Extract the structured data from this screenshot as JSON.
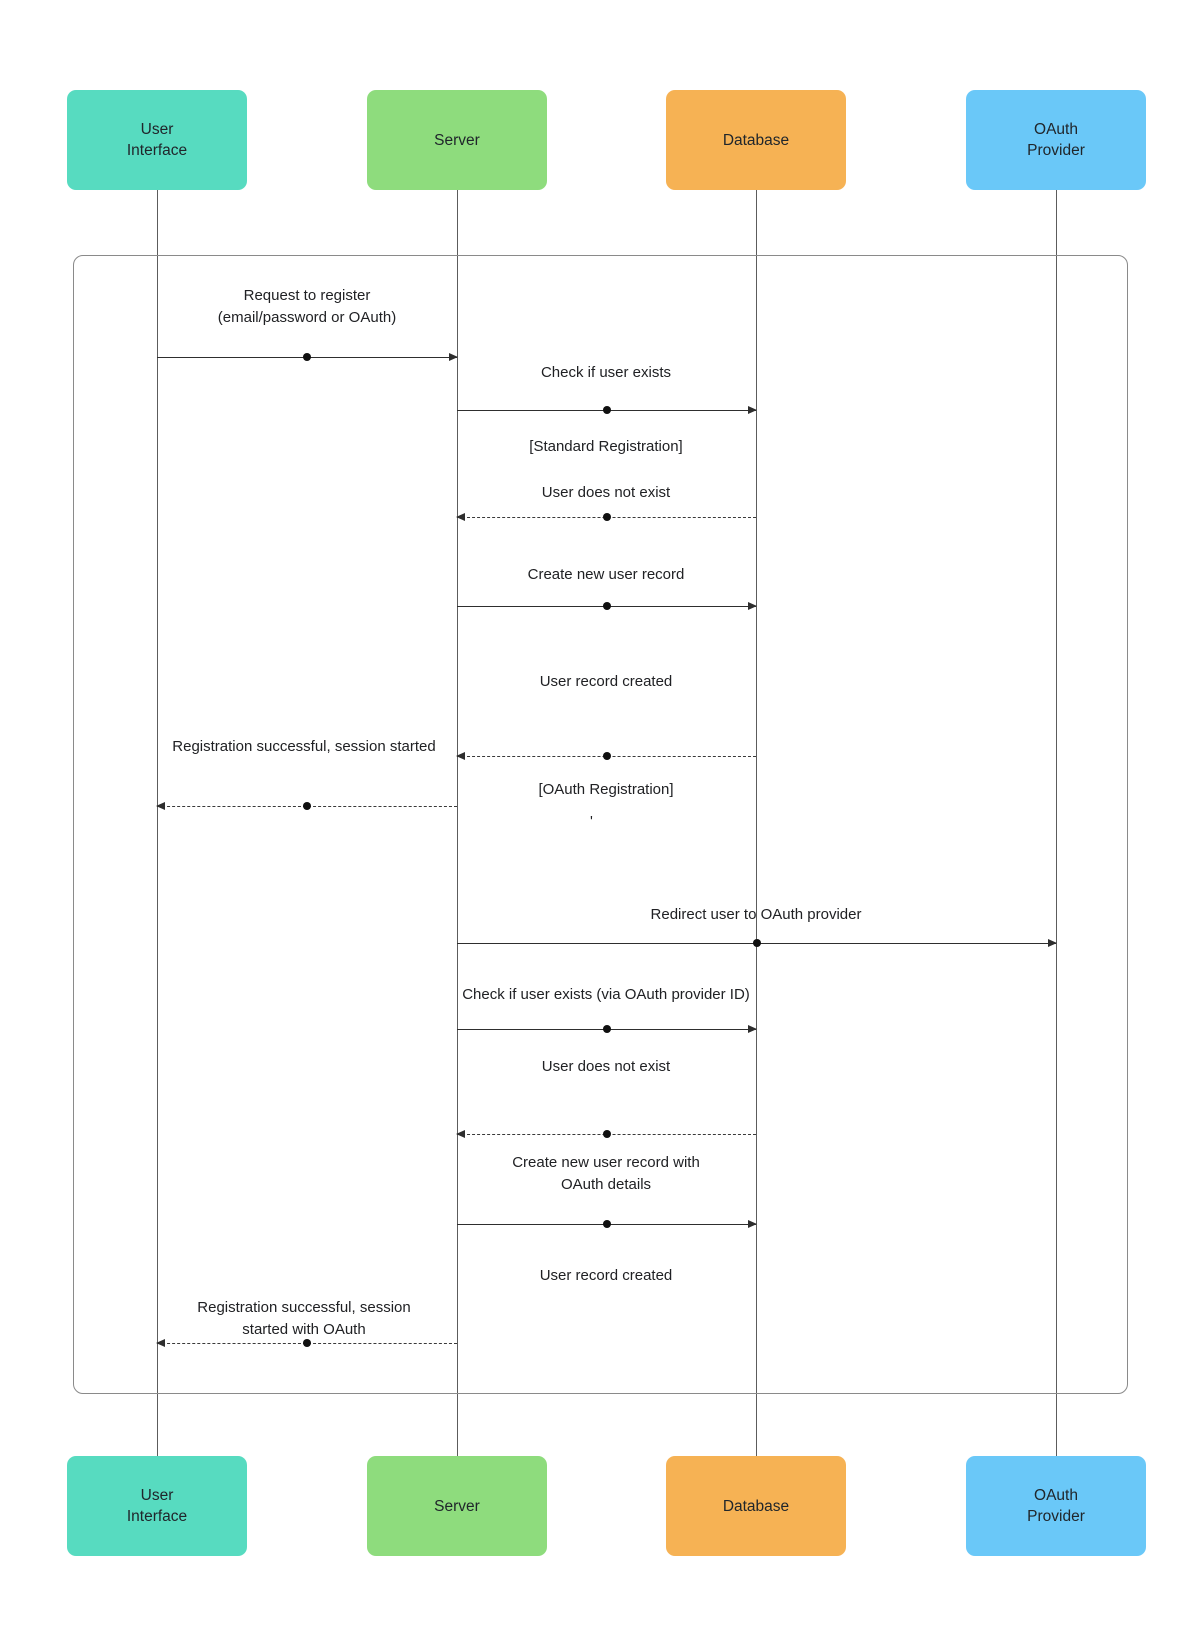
{
  "diagram_type": "uml-sequence",
  "colors": {
    "user_interface": "#57dbc0",
    "server": "#8edc7d",
    "database": "#f6b254",
    "oauth_provider": "#6ac8f8",
    "text": "#202124",
    "line": "#2e2e2e"
  },
  "actors": [
    {
      "id": "user-interface",
      "label": "User\nInterface"
    },
    {
      "id": "server",
      "label": "Server"
    },
    {
      "id": "database",
      "label": "Database"
    },
    {
      "id": "oauth-provider",
      "label": "OAuth\nProvider"
    }
  ],
  "guards": {
    "standard": "[Standard Registration]",
    "oauth": "[OAuth Registration]",
    "stray_mark": "'"
  },
  "messages": [
    {
      "label": "Request to register\n(email/password or OAuth)",
      "from": "User Interface",
      "to": "Server",
      "style": "solid"
    },
    {
      "label": "Check if user exists",
      "from": "Server",
      "to": "Database",
      "style": "solid"
    },
    {
      "label": "User does not exist",
      "from": "Database",
      "to": "Server",
      "style": "dashed"
    },
    {
      "label": "Create new user record",
      "from": "Server",
      "to": "Database",
      "style": "solid"
    },
    {
      "label": "User record created",
      "from": "Database",
      "to": "Server",
      "style": "dashed"
    },
    {
      "label": "Registration successful, session started",
      "from": "Server",
      "to": "User Interface",
      "style": "dashed"
    },
    {
      "label": "Redirect user to OAuth provider",
      "from": "Server",
      "to": "OAuth Provider",
      "style": "solid"
    },
    {
      "label": "Check if user exists (via OAuth provider ID)",
      "from": "Server",
      "to": "Database",
      "style": "solid"
    },
    {
      "label": "User does not exist",
      "from": "Database",
      "to": "Server",
      "style": "dashed"
    },
    {
      "label": "Create new user record with\nOAuth details",
      "from": "Server",
      "to": "Database",
      "style": "solid"
    },
    {
      "label": "User record created",
      "from": "Database",
      "to": "Server",
      "style": "none"
    },
    {
      "label": "Registration successful, session\nstarted with OAuth",
      "from": "Server",
      "to": "User Interface",
      "style": "dashed"
    }
  ]
}
